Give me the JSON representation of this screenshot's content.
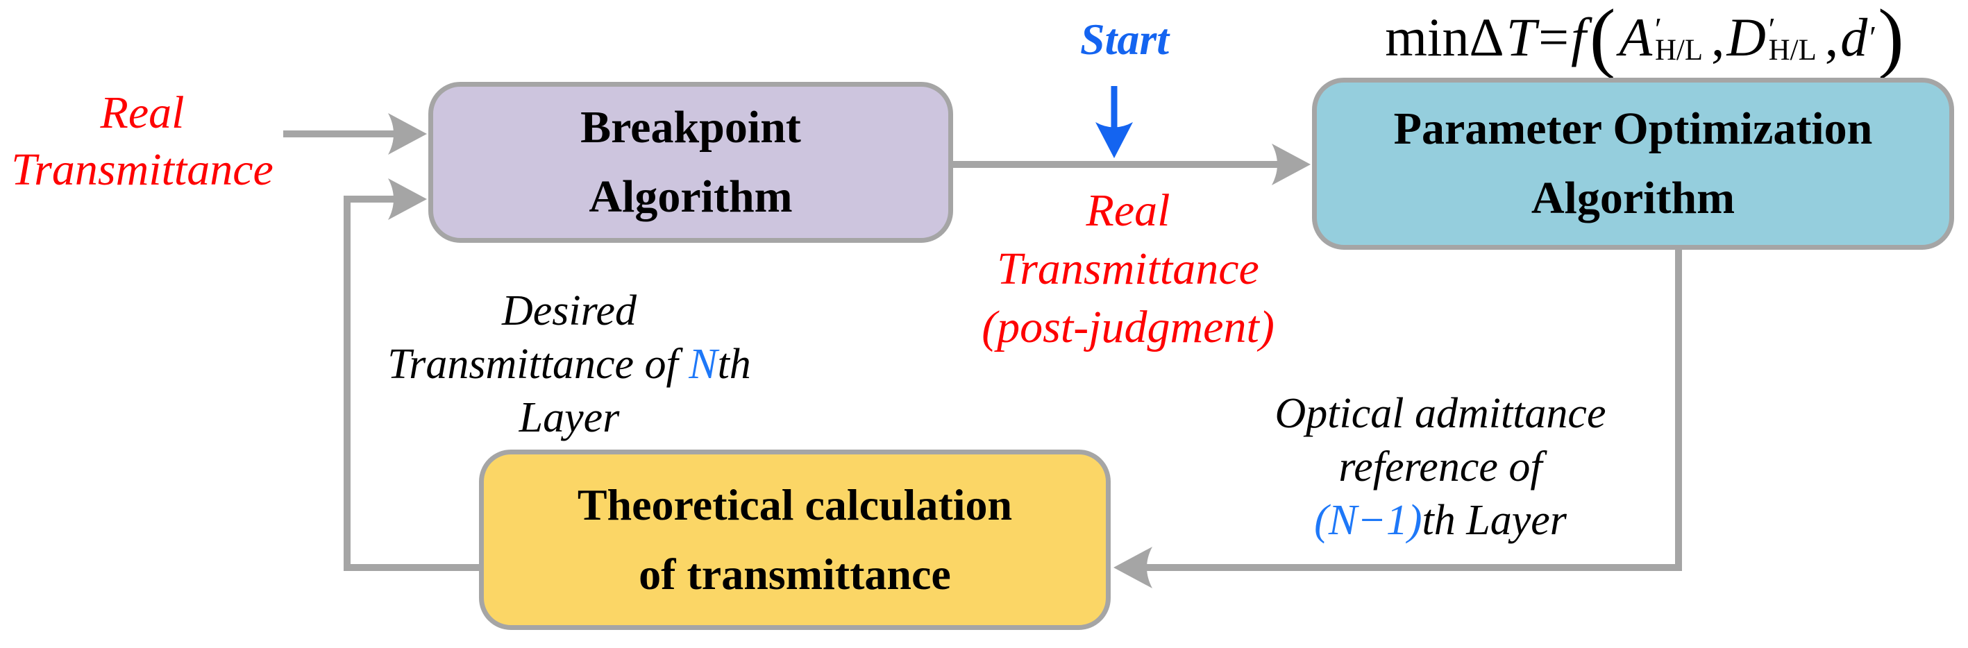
{
  "colors": {
    "red": "#FE0000",
    "startBlue": "#1464F0",
    "refBlue": "#1E78F8",
    "line": "#A5A5A5",
    "black": "#000000"
  },
  "diagram": {
    "nodes": {
      "breakpoint": {
        "fill": "#CDC5DE",
        "lines": [
          [
            {
              "t": "Breakpoint"
            }
          ],
          [
            {
              "t": "Algorithm"
            }
          ]
        ]
      },
      "param_opt": {
        "fill": "#95CEDD",
        "lines": [
          [
            {
              "t": "Parameter Optimization"
            }
          ],
          [
            {
              "t": "Algorithm"
            }
          ]
        ]
      },
      "theoretical": {
        "fill": "#FBD666",
        "lines": [
          [
            {
              "t": "Theoretical calculation"
            }
          ],
          [
            {
              "t": "of transmittance"
            }
          ]
        ]
      }
    },
    "labels": {
      "real_in": {
        "lines": [
          [
            {
              "t": "Real"
            }
          ],
          [
            {
              "t": "Transmittance"
            }
          ]
        ]
      },
      "start": {
        "lines": [
          [
            {
              "t": "Start"
            }
          ]
        ]
      },
      "real_post": {
        "lines": [
          [
            {
              "t": "Real"
            }
          ],
          [
            {
              "t": "Transmittance"
            }
          ],
          [
            {
              "t": "(post-judgment)"
            }
          ]
        ]
      },
      "desired": {
        "lines": [
          [
            {
              "t": "Desired"
            }
          ],
          [
            {
              "t": "Transmittance of "
            },
            {
              "t": "N",
              "c": "refBlue"
            },
            {
              "t": "th"
            }
          ],
          [
            {
              "t": "Layer"
            }
          ]
        ]
      },
      "optical": {
        "lines": [
          [
            {
              "t": "Optical admittance"
            }
          ],
          [
            {
              "t": "reference of"
            }
          ],
          [
            {
              "t": "(N−1)",
              "c": "refBlue"
            },
            {
              "t": "th Layer"
            }
          ]
        ]
      }
    },
    "formula": {
      "tokens": [
        {
          "t": "r",
          "v": "minΔ"
        },
        {
          "t": "i",
          "v": "T"
        },
        {
          "t": "r",
          "v": " = "
        },
        {
          "t": "i",
          "v": "f"
        },
        {
          "t": "p",
          "v": "("
        },
        {
          "t": "i",
          "v": "A"
        },
        {
          "t": "ss",
          "sup": "′",
          "sub": "H/L"
        },
        {
          "t": "r",
          "v": ", "
        },
        {
          "t": "i",
          "v": "D"
        },
        {
          "t": "ss",
          "sup": "′",
          "sub": "H/L"
        },
        {
          "t": "r",
          "v": ", "
        },
        {
          "t": "i",
          "v": "d"
        },
        {
          "t": "sup",
          "v": "′"
        },
        {
          "t": "p",
          "v": ")"
        }
      ]
    }
  }
}
